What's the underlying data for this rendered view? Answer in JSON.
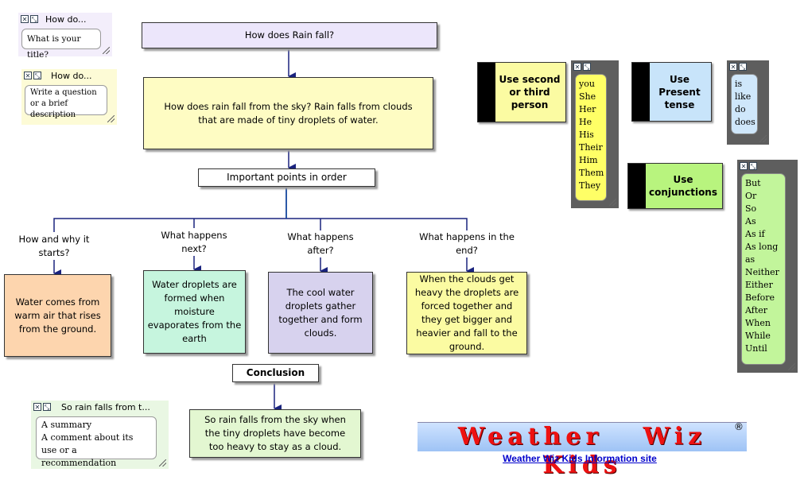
{
  "main": {
    "title": "How does Rain fall?",
    "description": "How does rain fall from the sky? Rain falls from clouds that are made of tiny droplets of water.",
    "points_header": "Important points in order",
    "stages": [
      {
        "question": "How and why it starts?",
        "answer": "Water comes from warm air that rises from the ground."
      },
      {
        "question": "What happens next?",
        "answer": "Water droplets are formed when moisture evaporates from the earth"
      },
      {
        "question": "What happens after?",
        "answer": "The cool water droplets gather together and form clouds."
      },
      {
        "question": "What happens in the end?",
        "answer": "When the clouds get heavy the droplets are forced together and they get bigger and heavier and fall to the ground."
      }
    ],
    "conclusion_label": "Conclusion",
    "conclusion_text": "So rain falls from the sky when the tiny droplets have become too heavy to stay as a cloud."
  },
  "notes": {
    "title_note": {
      "title": "How do...",
      "text": "What is your title?"
    },
    "question_note": {
      "title": "How do...",
      "text": "Write a question or a brief description"
    },
    "summary_note": {
      "title": "So rain falls from t...",
      "text": "A summary\nA comment about its use or a recommendation"
    }
  },
  "tips": {
    "person": {
      "label": "Use second or third person",
      "words": [
        "you",
        "She",
        "Her",
        "He",
        "His",
        "Their",
        "Him",
        "Them",
        "They"
      ]
    },
    "tense": {
      "label": "Use Present tense",
      "words": [
        "is",
        "like",
        "do",
        "does"
      ]
    },
    "conjunctions": {
      "label": "Use conjunctions",
      "words": [
        "But",
        "Or",
        "So",
        "As",
        "As if",
        "As long as",
        "Neither",
        "Either",
        "Before",
        "After",
        "When",
        "While",
        "Until"
      ]
    }
  },
  "icons": {
    "close": "close-icon",
    "expand": "expand-icon",
    "resize": "resize-grip-icon"
  },
  "colors": {
    "title_box": "#ece6fb",
    "description_box": "#fefcc3",
    "stage_boxes": [
      "#fdd5ae",
      "#c6f5de",
      "#d7d2ee",
      "#fbfba2"
    ],
    "conclusion_box": "#e3f7d1",
    "connector": "#1a237e"
  },
  "footer": {
    "logo_text": "Weather Wiz Kids",
    "logo_mark": "®",
    "link": "Weather Wiz Kids Information site"
  }
}
